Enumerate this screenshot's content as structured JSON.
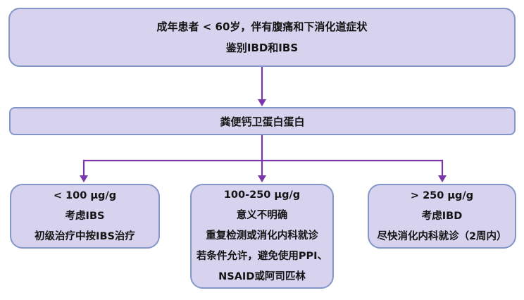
{
  "colors": {
    "background": "#ffffff",
    "box_fill": "#d7d2ee",
    "box_border": "#8396c8",
    "arrow": "#7b35ad",
    "text": "#141414"
  },
  "flowchart": {
    "top_box": {
      "lines": [
        "成年患者 < 60岁，伴有腹痛和下消化道症状",
        "鉴别IBD和IBS"
      ]
    },
    "test_box": {
      "label": "粪便钙卫蛋白蛋白"
    },
    "branches": [
      {
        "name": "result-low",
        "lines": [
          "< 100 μg/g",
          "考虑IBS",
          "初级治疗中按IBS治疗"
        ]
      },
      {
        "name": "result-intermediate",
        "lines": [
          "100-250 μg/g",
          "意义不明确",
          "重复检测或消化内科就诊",
          "若条件允许，避免使用PPI、",
          "NSAID或阿司匹林"
        ]
      },
      {
        "name": "result-high",
        "lines": [
          "> 250 μg/g",
          "考虑IBD",
          "尽快消化内科就诊（2周内）"
        ]
      }
    ]
  }
}
